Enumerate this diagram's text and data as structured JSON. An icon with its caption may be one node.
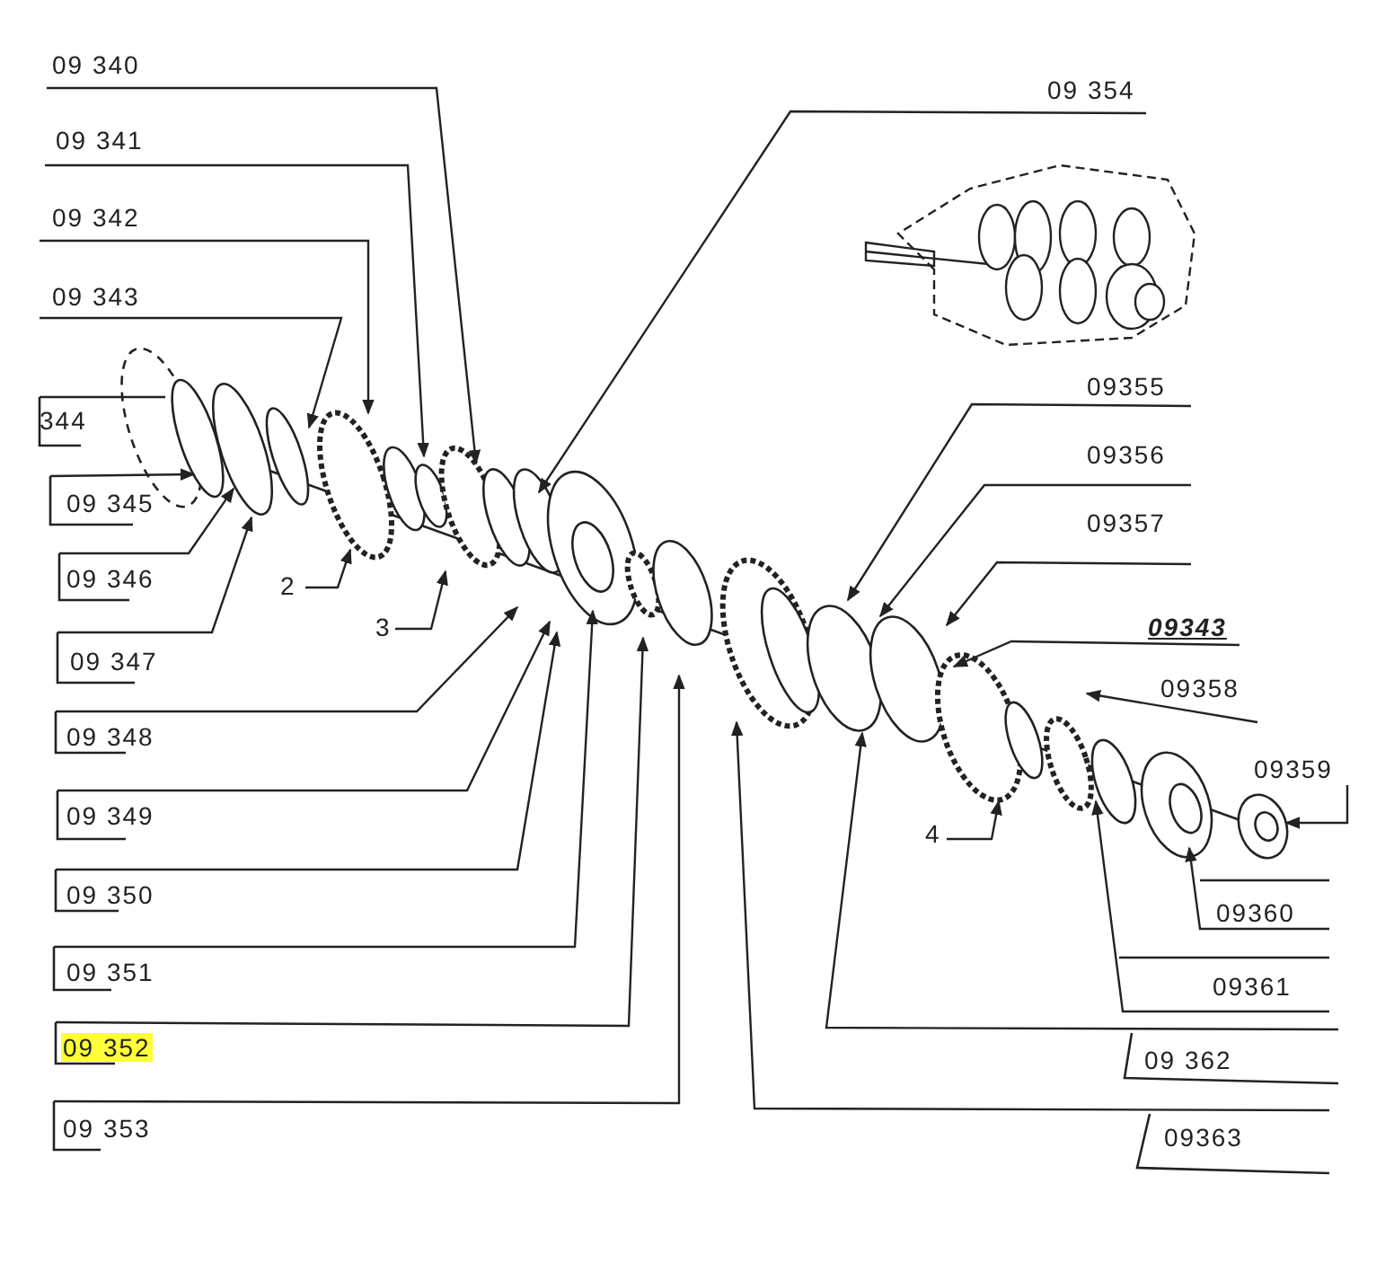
{
  "diagram": {
    "nodes": [
      {
        "text": [
          "09 340"
        ]
      },
      {
        "text": [
          "09 341"
        ]
      },
      {
        "text": [
          "09 342"
        ]
      },
      {
        "text": [
          "09 343"
        ]
      },
      {
        "text": [
          "344"
        ]
      },
      {
        "text": [
          "09 345"
        ]
      },
      {
        "text": [
          "09 346"
        ]
      },
      {
        "text": [
          "09 347"
        ]
      },
      {
        "text": [
          "09 348"
        ]
      },
      {
        "text": [
          "09 349"
        ]
      },
      {
        "text": [
          "09 350"
        ]
      },
      {
        "text": [
          "09 351"
        ]
      },
      {
        "text": [
          "09 352"
        ]
      },
      {
        "text": [
          "09 353"
        ]
      },
      {
        "text": [
          "09 354"
        ]
      },
      {
        "text": [
          "09355"
        ]
      },
      {
        "text": [
          "09356"
        ]
      },
      {
        "text": [
          "09357"
        ]
      },
      {
        "text": [
          "09343"
        ]
      },
      {
        "text": [
          "09358"
        ]
      },
      {
        "text": [
          "09359"
        ]
      },
      {
        "text": [
          "09360"
        ]
      },
      {
        "text": [
          "09361"
        ]
      },
      {
        "text": [
          "09 362"
        ]
      },
      {
        "text": [
          "09363"
        ]
      },
      {
        "text": [
          "2"
        ]
      },
      {
        "text": [
          "3"
        ]
      },
      {
        "text": [
          "4"
        ]
      }
    ],
    "edges": [
      {
        "from": 0,
        "to": null,
        "arrow": "to"
      },
      {
        "from": 1,
        "to": null,
        "arrow": "to"
      },
      {
        "from": 2,
        "to": null,
        "arrow": "to"
      },
      {
        "from": 3,
        "to": null,
        "arrow": "to"
      },
      {
        "from": 4,
        "to": null,
        "arrow": "none"
      },
      {
        "from": 5,
        "to": null,
        "arrow": "to"
      },
      {
        "from": 6,
        "to": null,
        "arrow": "to"
      },
      {
        "from": 7,
        "to": null,
        "arrow": "to"
      },
      {
        "from": 8,
        "to": null,
        "arrow": "to"
      },
      {
        "from": 9,
        "to": null,
        "arrow": "to"
      },
      {
        "from": 10,
        "to": null,
        "arrow": "to"
      },
      {
        "from": 11,
        "to": null,
        "arrow": "to"
      },
      {
        "from": 12,
        "to": null,
        "arrow": "to"
      },
      {
        "from": 13,
        "to": null,
        "arrow": "to"
      },
      {
        "from": 14,
        "to": null,
        "arrow": "to"
      },
      {
        "from": 15,
        "to": null,
        "arrow": "to"
      },
      {
        "from": 16,
        "to": null,
        "arrow": "to"
      },
      {
        "from": 17,
        "to": null,
        "arrow": "to"
      },
      {
        "from": 18,
        "to": null,
        "arrow": "to"
      },
      {
        "from": 19,
        "to": null,
        "arrow": "to"
      },
      {
        "from": 20,
        "to": null,
        "arrow": "to"
      },
      {
        "from": 21,
        "to": null,
        "arrow": "to"
      },
      {
        "from": 22,
        "to": null,
        "arrow": "to"
      },
      {
        "from": 23,
        "to": null,
        "arrow": "to"
      },
      {
        "from": 24,
        "to": null,
        "arrow": "to"
      },
      {
        "from": 25,
        "to": null,
        "arrow": "to"
      },
      {
        "from": 26,
        "to": null,
        "arrow": "to"
      },
      {
        "from": 27,
        "to": null,
        "arrow": "to"
      }
    ]
  }
}
